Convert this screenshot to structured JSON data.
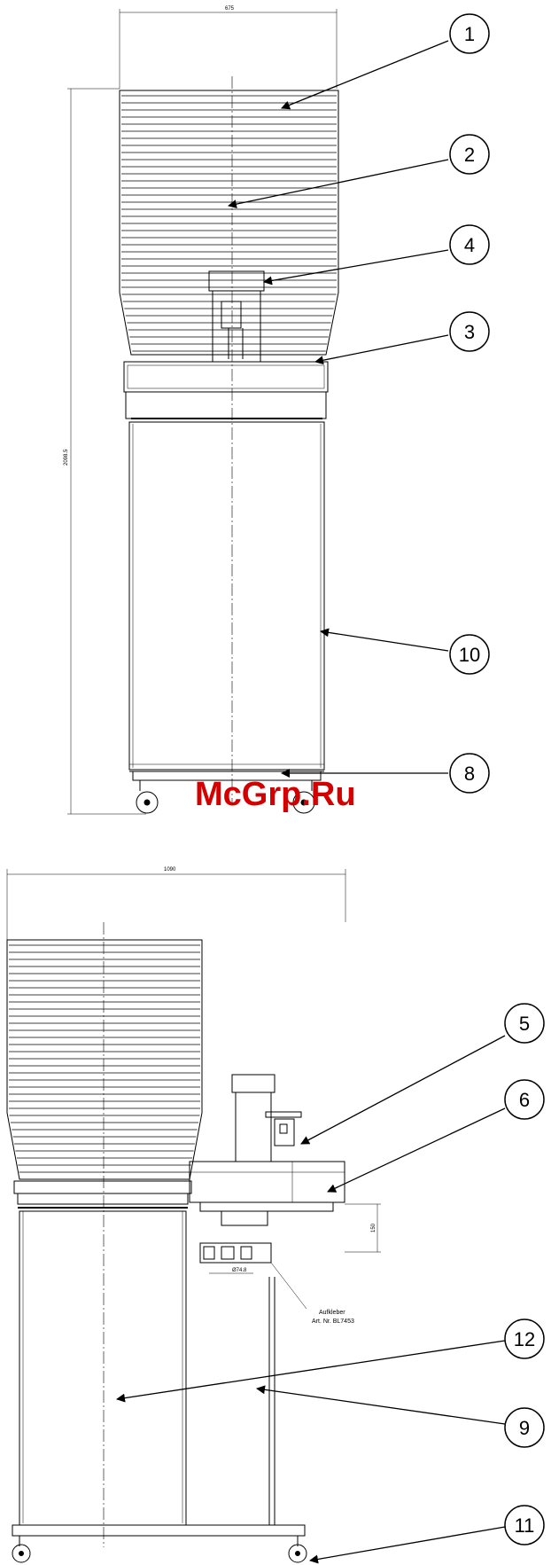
{
  "watermark": {
    "text": "McGrp.Ru",
    "color": "#d40000"
  },
  "views": {
    "front": {
      "dimensions": {
        "width": "675",
        "height": "2098.5"
      },
      "callouts": [
        "1",
        "2",
        "4",
        "3",
        "10",
        "8"
      ]
    },
    "side": {
      "dimensions": {
        "width": "1090",
        "flange": "150",
        "diameter": "Ø74.8"
      },
      "sticker_label": {
        "line1": "Aufkleber",
        "line2": "Art. Nr. BL7453"
      },
      "callouts": [
        "5",
        "6",
        "12",
        "9",
        "11"
      ]
    }
  },
  "colors": {
    "line": "#000000",
    "background": "#ffffff"
  }
}
